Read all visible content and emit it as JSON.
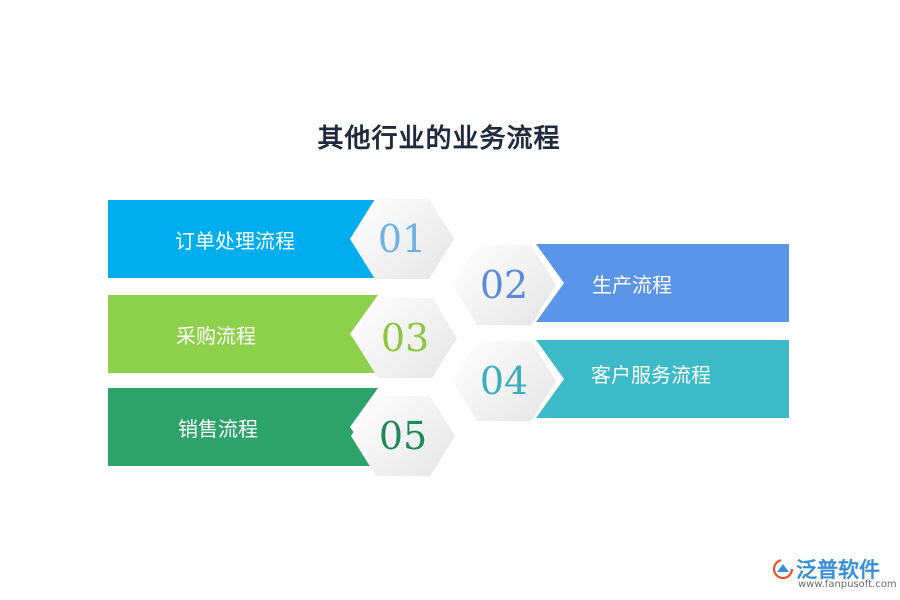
{
  "title": "其他行业的业务流程",
  "steps": [
    {
      "number": "01",
      "label": "订单处理流程",
      "color": "#00aeef"
    },
    {
      "number": "02",
      "label": "生产流程",
      "color": "#5b95e8"
    },
    {
      "number": "03",
      "label": "采购流程",
      "color": "#8dd04c"
    },
    {
      "number": "04",
      "label": "客户服务流程",
      "color": "#3dbac8"
    },
    {
      "number": "05",
      "label": "销售流程",
      "color": "#2da26a"
    }
  ],
  "logo": {
    "name": "泛普软件",
    "url": "www.fanpusoft.com",
    "icon": "fanpu-logo-icon"
  }
}
